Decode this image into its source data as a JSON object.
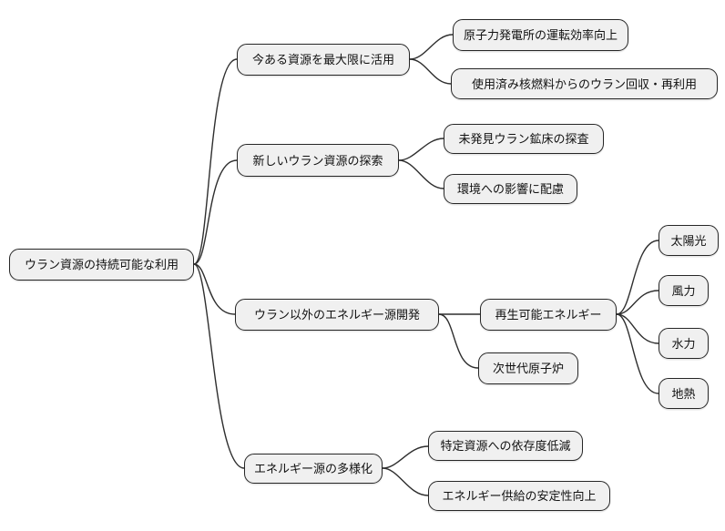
{
  "colors": {
    "node_fill": "#f0f0f0",
    "node_border": "#262626",
    "edge": "#2e2e2e",
    "text": "#111111",
    "background": "#ffffff"
  },
  "mindmap": {
    "root": {
      "label": "ウラン資源の持続可能な利用"
    },
    "branches": [
      {
        "label": "今ある資源を最大限に活用",
        "children": [
          {
            "label": "原子力発電所の運転効率向上"
          },
          {
            "label": "使用済み核燃料からのウラン回収・再利用"
          }
        ]
      },
      {
        "label": "新しいウラン資源の探索",
        "children": [
          {
            "label": "未発見ウラン鉱床の探査"
          },
          {
            "label": "環境への影響に配慮"
          }
        ]
      },
      {
        "label": "ウラン以外のエネルギー源開発",
        "children": [
          {
            "label": "再生可能エネルギー",
            "children": [
              {
                "label": "太陽光"
              },
              {
                "label": "風力"
              },
              {
                "label": "水力"
              },
              {
                "label": "地熱"
              }
            ]
          },
          {
            "label": "次世代原子炉"
          }
        ]
      },
      {
        "label": "エネルギー源の多様化",
        "children": [
          {
            "label": "特定資源への依存度低減"
          },
          {
            "label": "エネルギー供給の安定性向上"
          }
        ]
      }
    ]
  }
}
